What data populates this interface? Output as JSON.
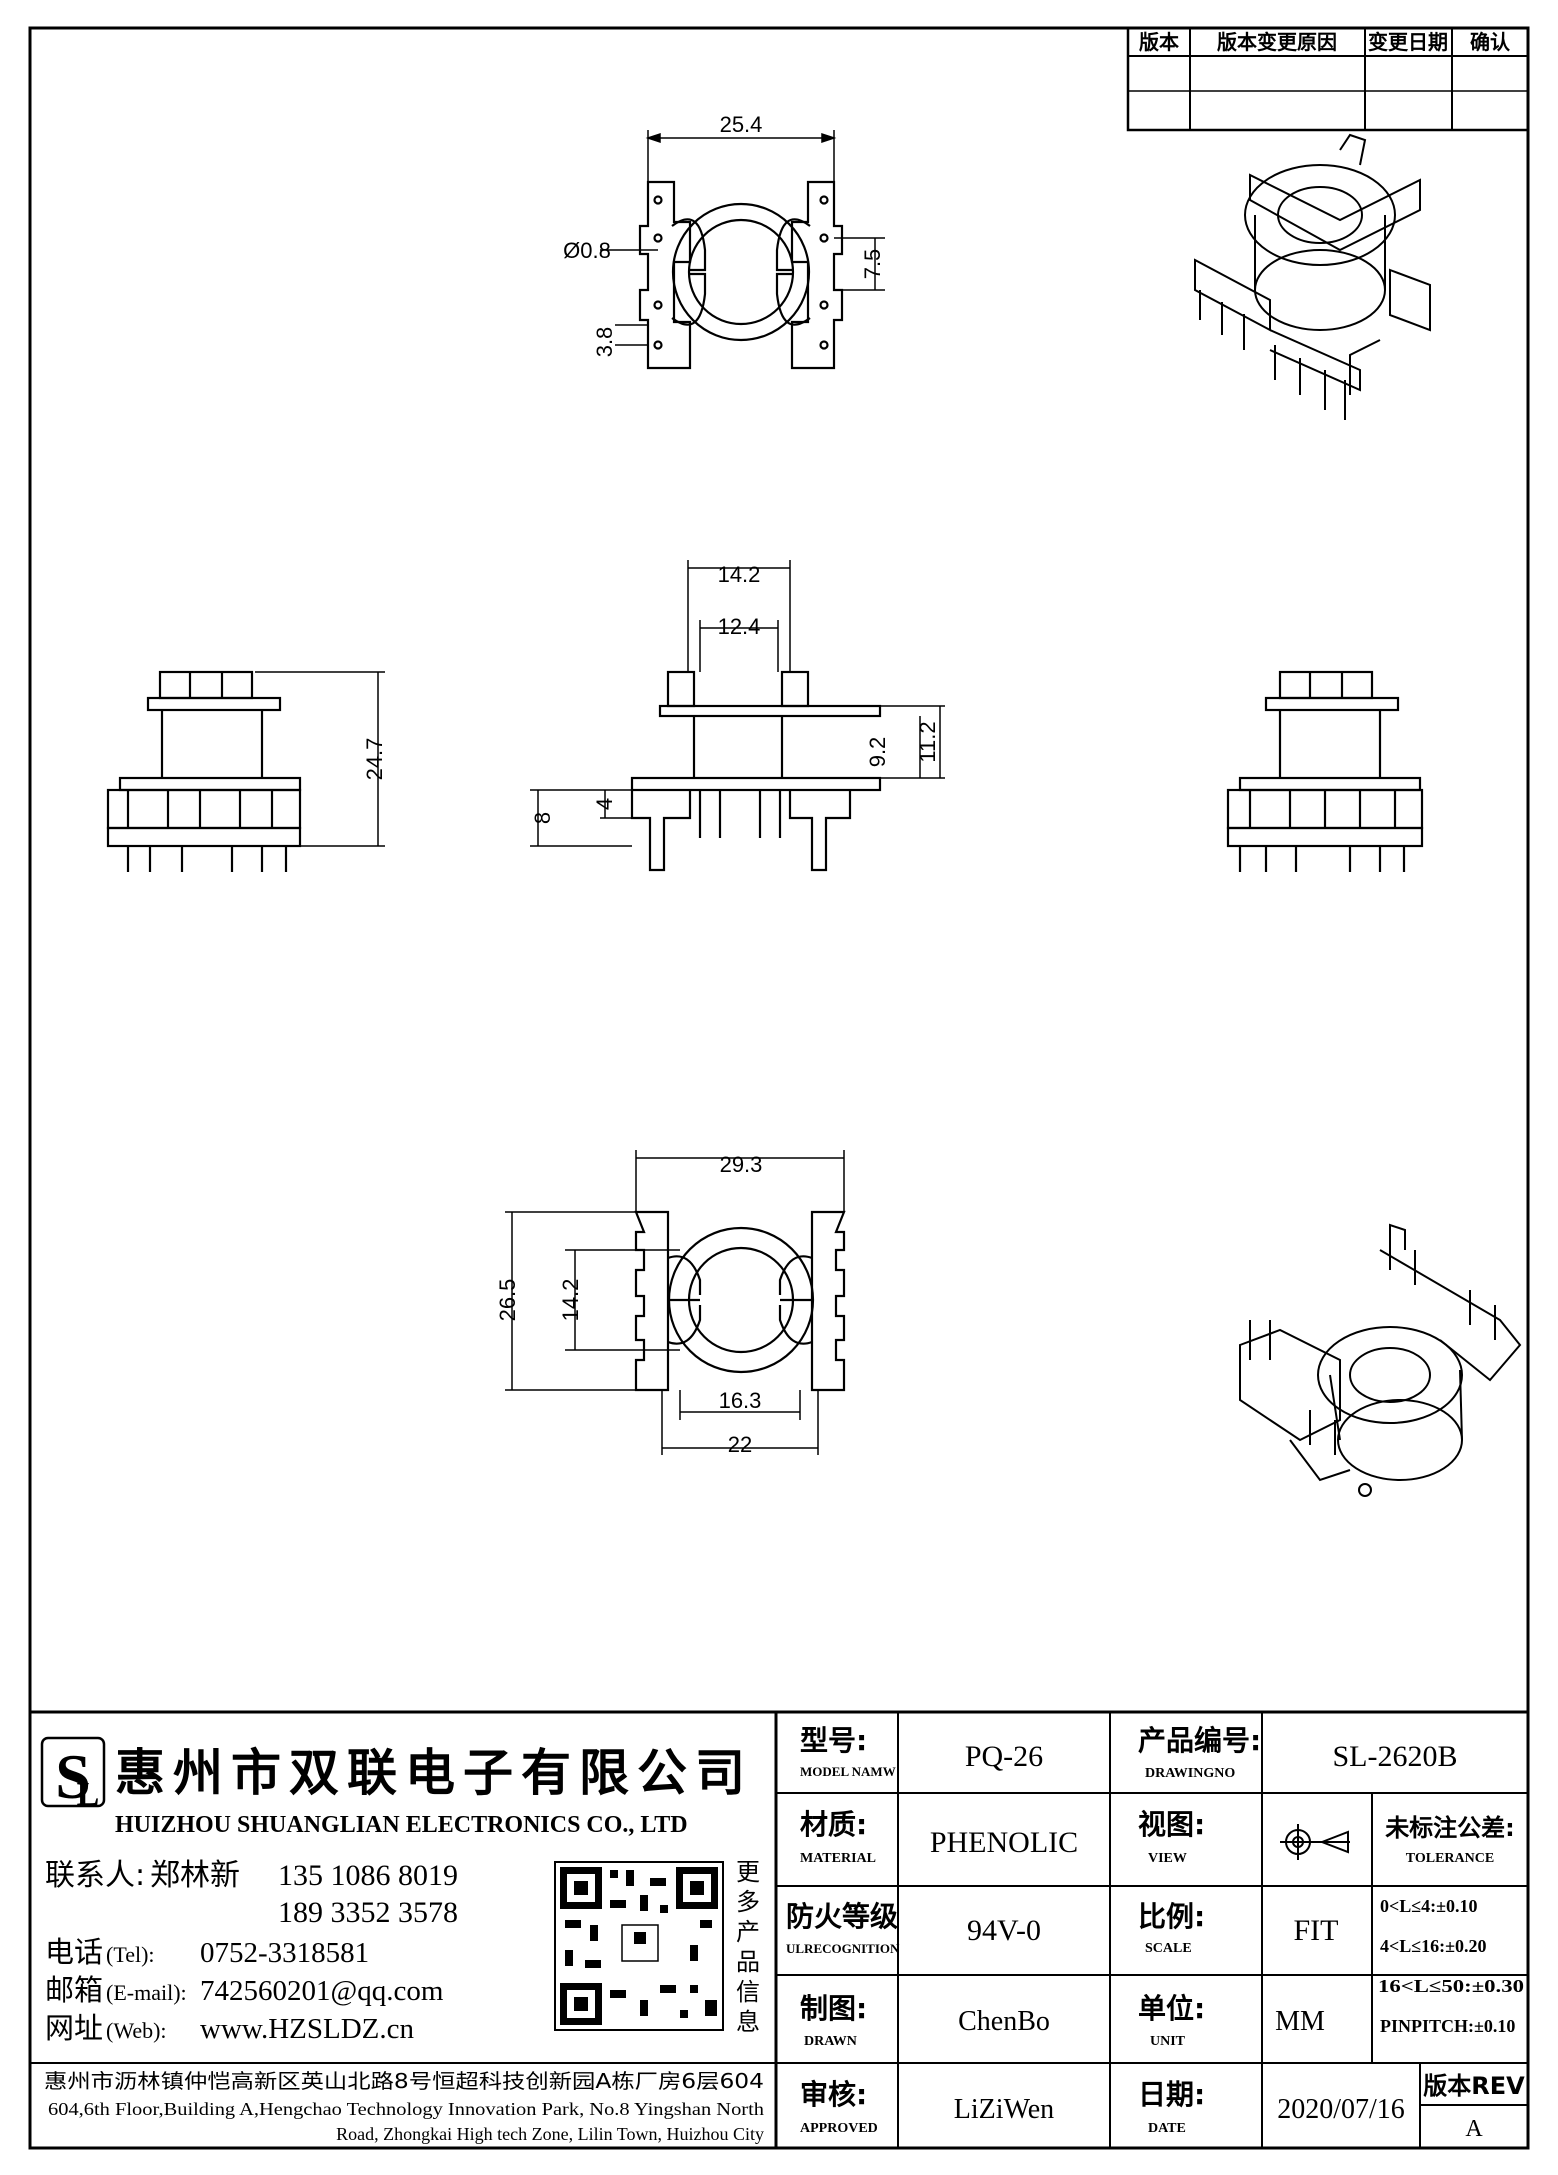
{
  "revision_table": {
    "headers": [
      "版本",
      "版本变更原因",
      "变更日期",
      "确认"
    ]
  },
  "dimensions": {
    "top_view": {
      "width": "25.4",
      "hole": "Ø0.8",
      "pitch": "7.5",
      "pin_gap": "3.8"
    },
    "front_view": {
      "outer": "14.2",
      "inner": "12.4",
      "height": "11.2",
      "mid": "9.2",
      "base": "8",
      "foot": "4"
    },
    "side_view": {
      "height": "24.7"
    },
    "bottom_view": {
      "width": "29.3",
      "height": "26.5",
      "inner_h": "14.2",
      "inner_w": "16.3",
      "base_w": "22"
    }
  },
  "company": {
    "name_cn": "惠州市双联电子有限公司",
    "name_en": "HUIZHOU SHUANGLIAN ELECTRONICS CO., LTD",
    "contact_label": "联系人:",
    "contact_name": "郑林新",
    "phone1": "135 1086 8019",
    "phone2": "189 3352 3578",
    "tel_label": "电话",
    "tel_sub": "(Tel):",
    "tel": "0752-3318581",
    "email_label": "邮箱",
    "email_sub": "(E-mail):",
    "email": "742560201@qq.com",
    "web_label": "网址",
    "web_sub": "(Web):",
    "web": "www.HZSLDZ.cn",
    "qr_caption": [
      "更",
      "多",
      "产",
      "品",
      "信",
      "息"
    ],
    "address_cn": "惠州市沥林镇仲恺高新区英山北路8号恒超科技创新园A栋厂房6层604",
    "address_en_1": "604,6th Floor,Building A,Hengchao Technology Innovation Park, No.8 Yingshan North",
    "address_en_2": "Road, Zhongkai High tech Zone, Lilin Town, Huizhou City"
  },
  "title_block": {
    "model_label": "型号:",
    "model_sub": "MODEL NAMW",
    "model": "PQ-26",
    "drawingno_label": "产品编号:",
    "drawingno_sub": "DRAWINGNO",
    "drawingno": "SL-2620B",
    "material_label": "材质:",
    "material_sub": "MATERIAL",
    "material": "PHENOLIC",
    "view_label": "视图:",
    "view_sub": "VIEW",
    "tolerance_label": "未标注公差:",
    "tolerance_sub": "TOLERANCE",
    "tolerances": [
      "0<L≤4:±0.10",
      "4<L≤16:±0.20",
      "16<L≤50:±0.30",
      "PINPITCH:±0.10"
    ],
    "fire_label": "防火等级",
    "fire_sub": "ULRECOGNITION",
    "fire": "94V-0",
    "scale_label": "比例:",
    "scale_sub": "SCALE",
    "scale": "FIT",
    "drawn_label": "制图:",
    "drawn_sub": "DRAWN",
    "drawn": "ChenBo",
    "unit_label": "单位:",
    "unit_sub": "UNIT",
    "unit": "MM",
    "approved_label": "审核:",
    "approved_sub": "APPROVED",
    "approved": "LiZiWen",
    "date_label": "日期:",
    "date_sub": "DATE",
    "date": "2020/07/16",
    "rev_label": "版本REV",
    "rev": "A"
  }
}
